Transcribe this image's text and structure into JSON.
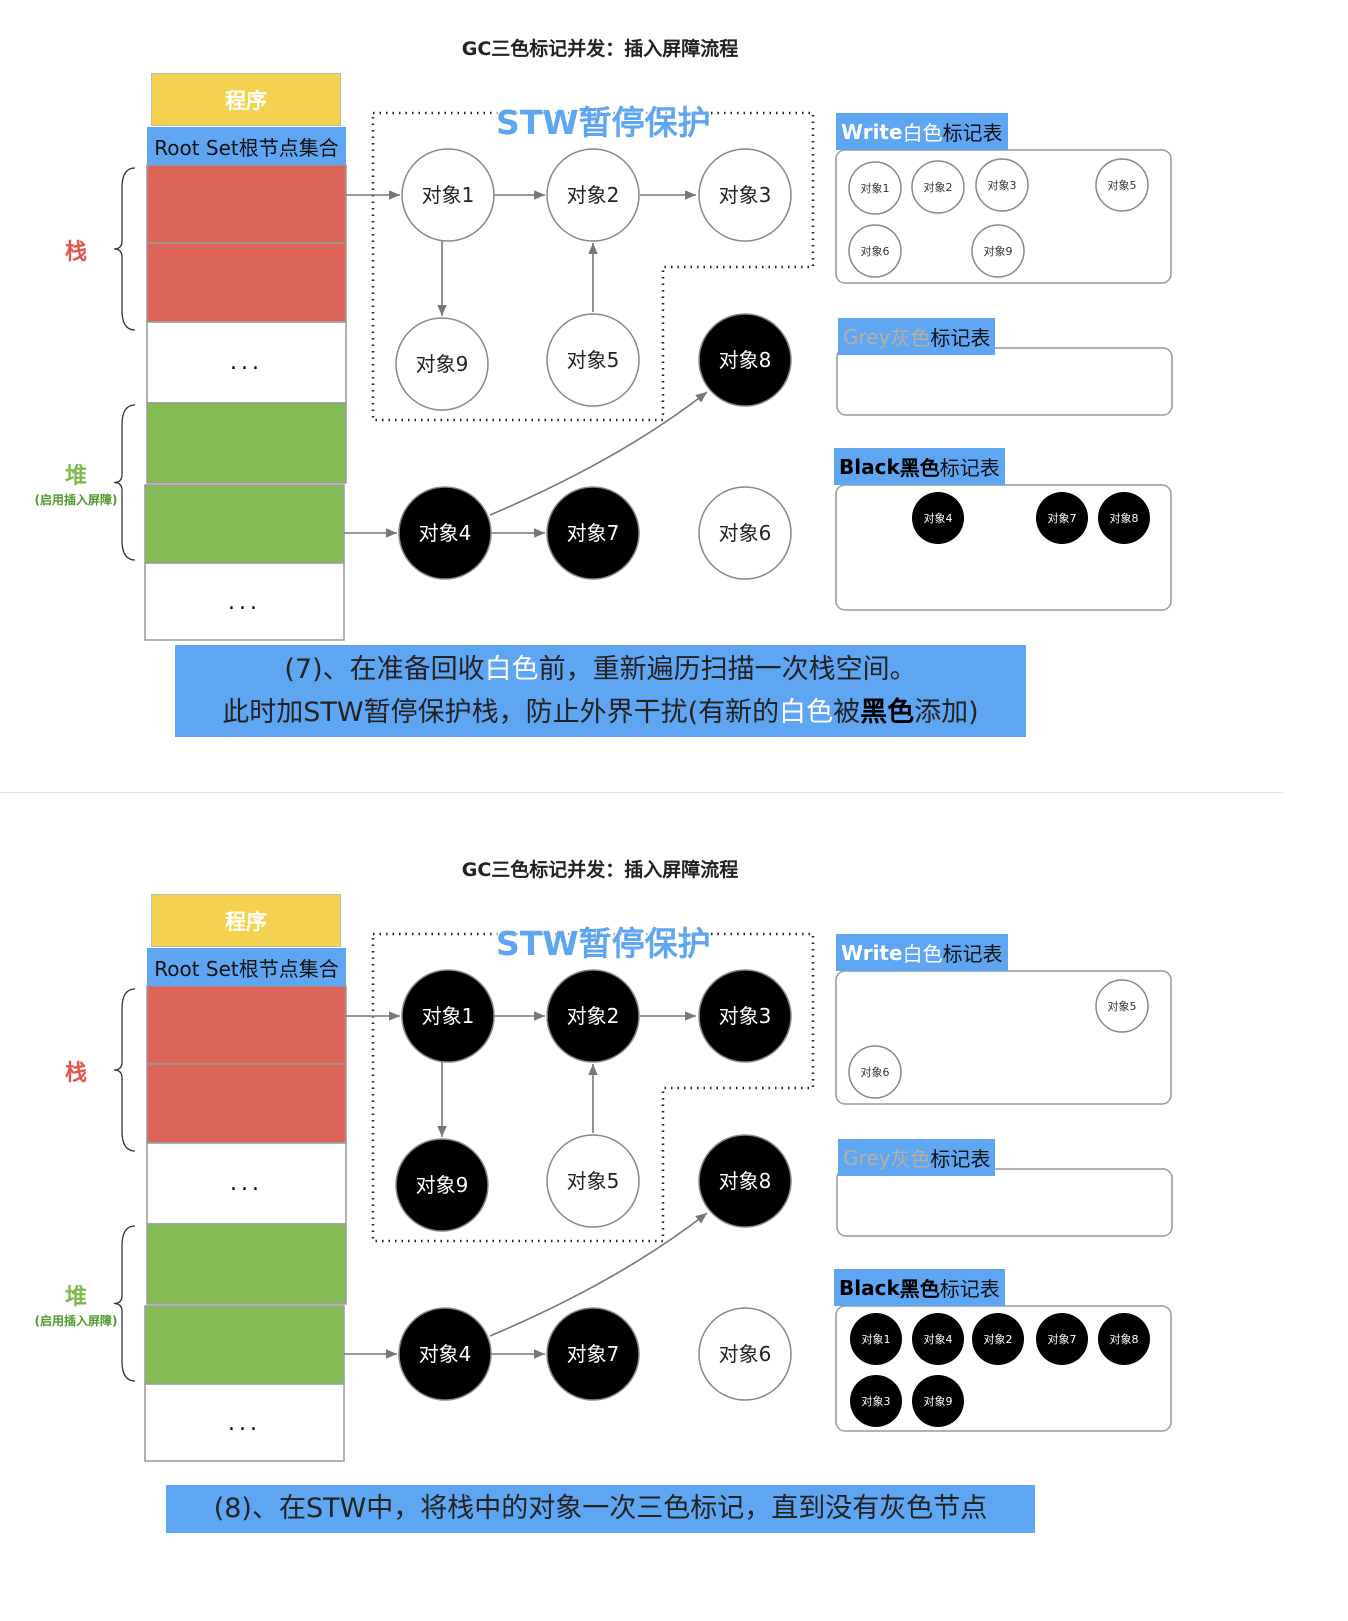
{
  "panels": [
    {
      "title": "GC三色标记并发：插入屏障流程",
      "program_label": "程序",
      "root_set_label": "Root Set根节点集合",
      "ellipsis": "...",
      "stack_label": "栈",
      "heap_label": "堆",
      "heap_sublabel": "(启用插入屏障)",
      "stw_label": "STW暂停保护",
      "nodes": [
        {
          "id": "1",
          "label": "对象1",
          "color": "white"
        },
        {
          "id": "2",
          "label": "对象2",
          "color": "white"
        },
        {
          "id": "3",
          "label": "对象3",
          "color": "white"
        },
        {
          "id": "9",
          "label": "对象9",
          "color": "white"
        },
        {
          "id": "5",
          "label": "对象5",
          "color": "white"
        },
        {
          "id": "8",
          "label": "对象8",
          "color": "black"
        },
        {
          "id": "4",
          "label": "对象4",
          "color": "black"
        },
        {
          "id": "7",
          "label": "对象7",
          "color": "black"
        },
        {
          "id": "6",
          "label": "对象6",
          "color": "white"
        }
      ],
      "tables": {
        "white": {
          "label_a": "Write ",
          "label_b": "白色",
          "label_c": "标记表",
          "items": [
            "对象1",
            "对象2",
            "对象3",
            "对象5",
            "对象6",
            "对象9"
          ]
        },
        "grey": {
          "label_a": "Grey ",
          "label_b": "灰色",
          "label_c": "标记表",
          "items": []
        },
        "black": {
          "label_a": "Black ",
          "label_b": "黑色",
          "label_c": "标记表",
          "items": [
            "对象4",
            "对象7",
            "对象8"
          ]
        }
      },
      "caption": [
        [
          {
            "t": "(7)、在准备回收"
          },
          {
            "t": "白色",
            "s": "w"
          },
          {
            "t": "前，重新遍历扫描一次栈空间。"
          }
        ],
        [
          {
            "t": "此时加STW暂停保护栈，防止外界干扰(有新的"
          },
          {
            "t": "白色",
            "s": "w"
          },
          {
            "t": "被"
          },
          {
            "t": "黑色",
            "s": "k"
          },
          {
            "t": "添加)"
          }
        ]
      ]
    },
    {
      "title": "GC三色标记并发：插入屏障流程",
      "program_label": "程序",
      "root_set_label": "Root Set根节点集合",
      "ellipsis": "...",
      "stack_label": "栈",
      "heap_label": "堆",
      "heap_sublabel": "(启用插入屏障)",
      "stw_label": "STW暂停保护",
      "nodes": [
        {
          "id": "1",
          "label": "对象1",
          "color": "black"
        },
        {
          "id": "2",
          "label": "对象2",
          "color": "black"
        },
        {
          "id": "3",
          "label": "对象3",
          "color": "black"
        },
        {
          "id": "9",
          "label": "对象9",
          "color": "black"
        },
        {
          "id": "5",
          "label": "对象5",
          "color": "white"
        },
        {
          "id": "8",
          "label": "对象8",
          "color": "black"
        },
        {
          "id": "4",
          "label": "对象4",
          "color": "black"
        },
        {
          "id": "7",
          "label": "对象7",
          "color": "black"
        },
        {
          "id": "6",
          "label": "对象6",
          "color": "white"
        }
      ],
      "tables": {
        "white": {
          "label_a": "Write ",
          "label_b": "白色",
          "label_c": "标记表",
          "items": [
            "对象5",
            "对象6"
          ]
        },
        "grey": {
          "label_a": "Grey ",
          "label_b": "灰色",
          "label_c": "标记表",
          "items": []
        },
        "black": {
          "label_a": "Black ",
          "label_b": "黑色",
          "label_c": "标记表",
          "items": [
            "对象1",
            "对象4",
            "对象2",
            "对象7",
            "对象8",
            "对象3",
            "对象9"
          ]
        }
      },
      "caption": [
        [
          {
            "t": "(8)、在STW中，将栈中的对象一次三色标记，直到没有灰色节点"
          }
        ]
      ]
    }
  ],
  "colors": {
    "accent": "#5FA6F2",
    "stack": "#DD6558",
    "heap": "#83BC55",
    "program": "#F2D24F"
  }
}
